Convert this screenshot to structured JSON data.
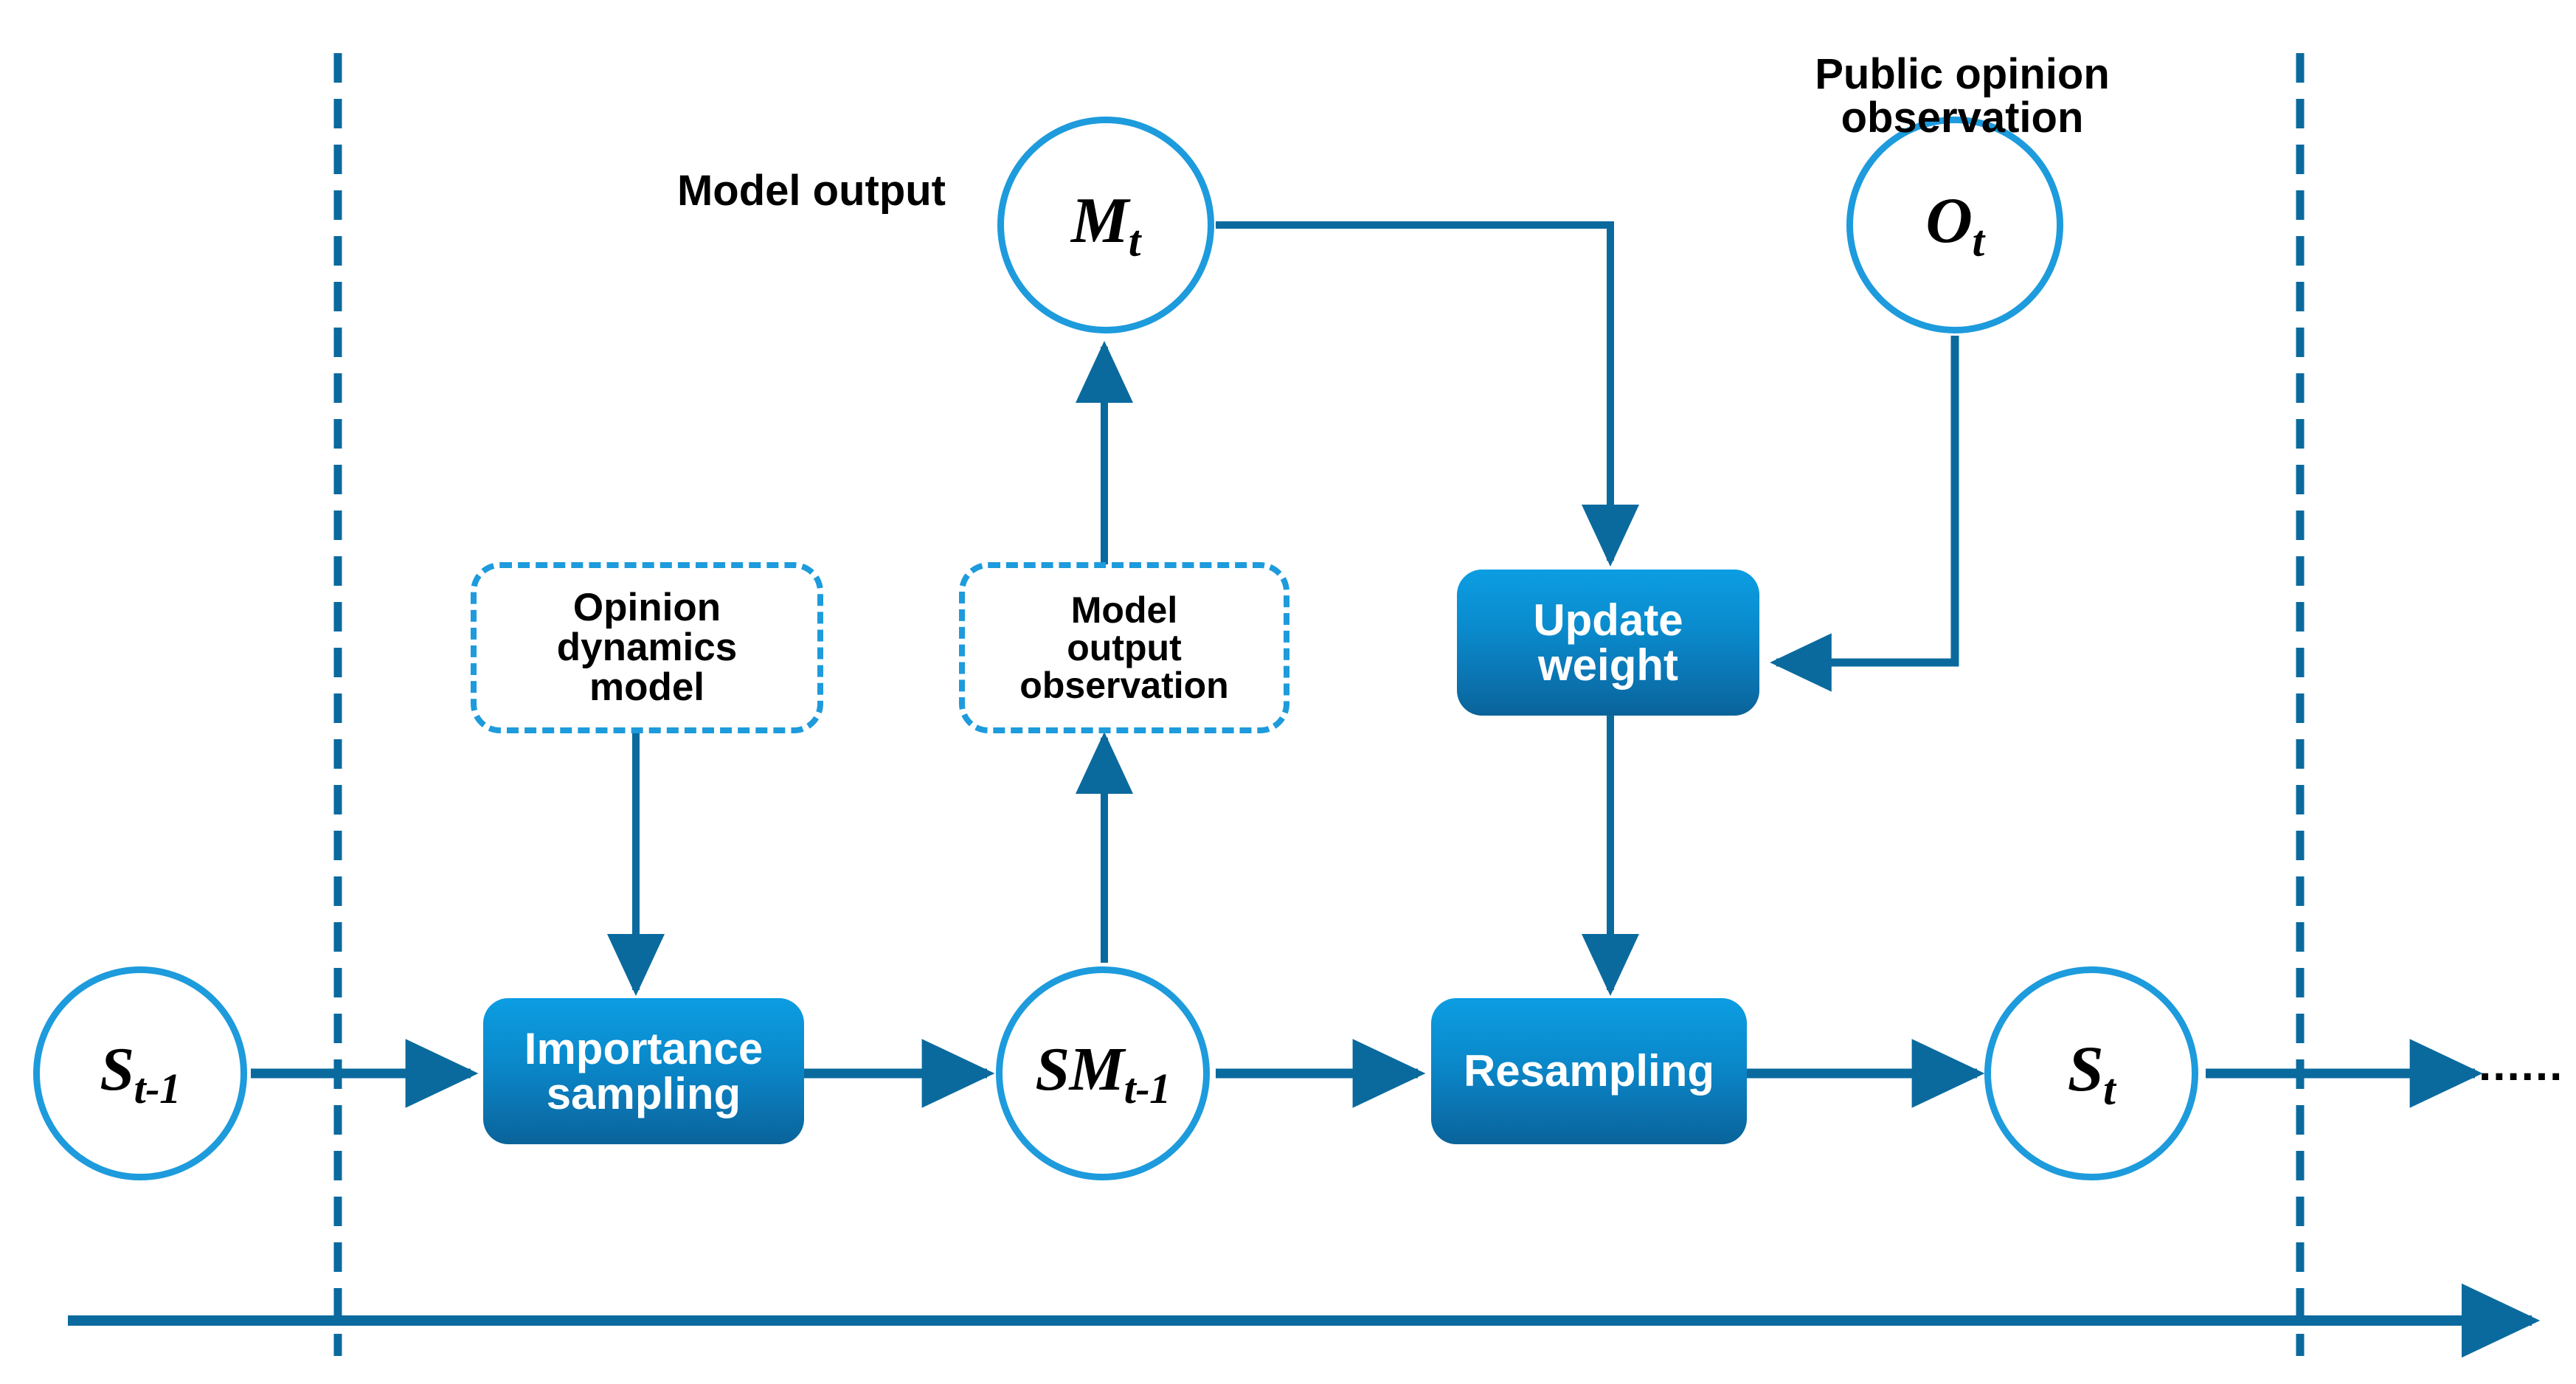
{
  "diagram": {
    "title": "Particle-filter opinion dynamics pipeline",
    "colors": {
      "circle_stroke": "#1d9bdc",
      "box_gradient_top": "#0c9de2",
      "box_gradient_bottom": "#0a6399",
      "arrow": "#0a6a9e",
      "dashed_divider": "#0a6a9e",
      "dashed_box_border": "#1d9bdc",
      "text_dark": "#000000",
      "text_light": "#ffffff"
    },
    "nodes": {
      "state_prev": "S",
      "state_prev_sub": "t-1",
      "sampled_state": "SM",
      "sampled_state_sub": "t-1",
      "model_output": "M",
      "model_output_sub": "t",
      "observation": "O",
      "observation_sub": "t",
      "state_next": "S",
      "state_next_sub": "t"
    },
    "processes": {
      "importance_sampling": "Importance\nsampling",
      "update_weight": "Update\nweight",
      "resampling": "Resampling"
    },
    "dashed_boxes": {
      "opinion_dynamics_model": "Opinion\ndynamics\nmodel",
      "model_output_observation": "Model\noutput\nobservation"
    },
    "annotations": {
      "model_output_label": "Model output",
      "public_opinion_observation_label": "Public opinion\nobservation",
      "continuation_dots": "......"
    }
  }
}
